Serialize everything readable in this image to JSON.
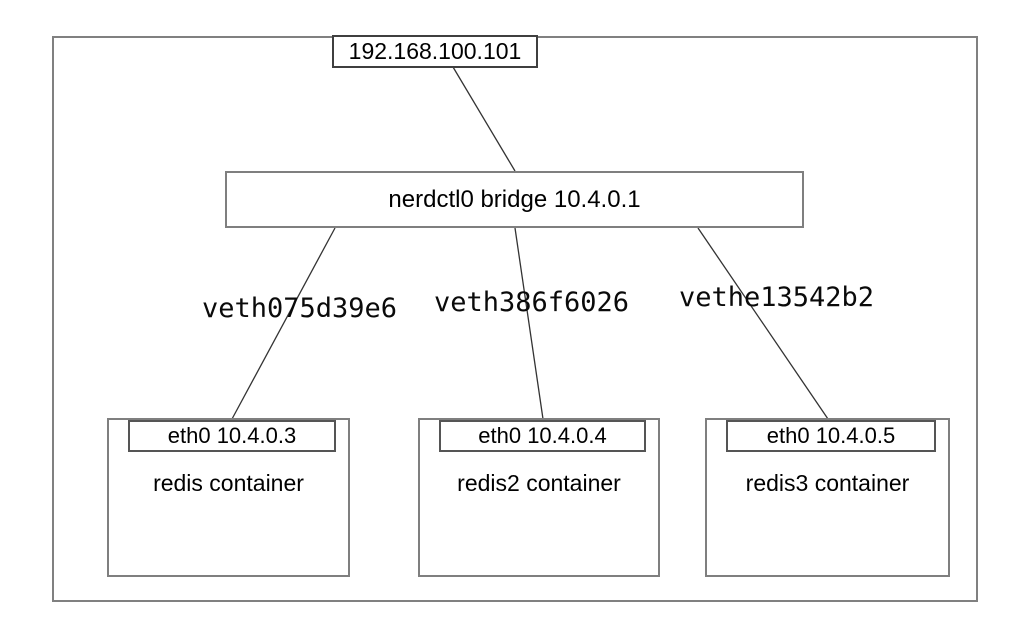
{
  "diagram": {
    "type": "network-topology",
    "host": {
      "label": "192.168.100.101"
    },
    "bridge": {
      "label": "nerdctl0 bridge 10.4.0.1"
    },
    "veths": [
      "veth075d39e6",
      "veth386f6026",
      "vethe13542b2"
    ],
    "containers": [
      {
        "eth_label": "eth0 10.4.0.3",
        "name": "redis container"
      },
      {
        "eth_label": "eth0 10.4.0.4",
        "name": "redis2 container"
      },
      {
        "eth_label": "eth0 10.4.0.5",
        "name": "redis3 container"
      }
    ],
    "edges": [
      {
        "from": "host",
        "to": "bridge"
      },
      {
        "from": "bridge",
        "to": "redis container",
        "via": "veth075d39e6"
      },
      {
        "from": "bridge",
        "to": "redis2 container",
        "via": "veth386f6026"
      },
      {
        "from": "bridge",
        "to": "redis3 container",
        "via": "vethe13542b2"
      }
    ],
    "colors": {
      "background": "#ffffff",
      "outer_border": "#808080",
      "node_border_gray": "#7f7f7f",
      "node_border_dark": "#3f3f3f",
      "eth_border": "#555555",
      "connector": "#333333",
      "text": "#000000"
    }
  }
}
